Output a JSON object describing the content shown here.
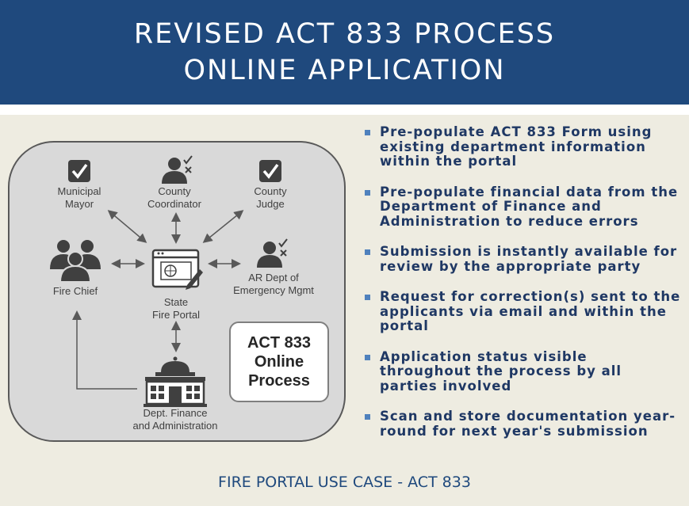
{
  "header": {
    "line1": "REVISED ACT 833 PROCESS",
    "line2": "ONLINE APPLICATION"
  },
  "diagram": {
    "nodes": {
      "municipal_mayor": "Municipal\nMayor",
      "county_coordinator": "County\nCoordinator",
      "county_judge": "County\nJudge",
      "fire_chief": "Fire Chief",
      "state_fire_portal": "State\nFire Portal",
      "ar_dept_emergency": "AR Dept of\nEmergency Mgmt",
      "dept_finance": "Dept. Finance\nand Administration"
    },
    "process_box": "ACT 833\nOnline\nProcess",
    "icons": [
      "checkbox-icon",
      "person-check-icon",
      "checkbox-icon",
      "group-icon",
      "portal-window-icon",
      "person-check-icon",
      "government-building-icon"
    ]
  },
  "bullets": [
    "Pre-populate ACT 833 Form using existing department information within the portal",
    "Pre-populate financial data from the Department of Finance and Administration to reduce errors",
    "Submission is instantly available for review by the appropriate party",
    "Request for correction(s) sent to the applicants via email and within the portal",
    "Application status visible throughout the process by all parties involved",
    "Scan and store documentation year-round for next year's submission"
  ],
  "footer": "FIRE PORTAL USE CASE - ACT 833",
  "colors": {
    "header_bg": "#1f497d",
    "content_bg": "#eeece1",
    "bullet_text": "#1f3864",
    "bullet_marker": "#4f81bd",
    "icon": "#404040"
  }
}
